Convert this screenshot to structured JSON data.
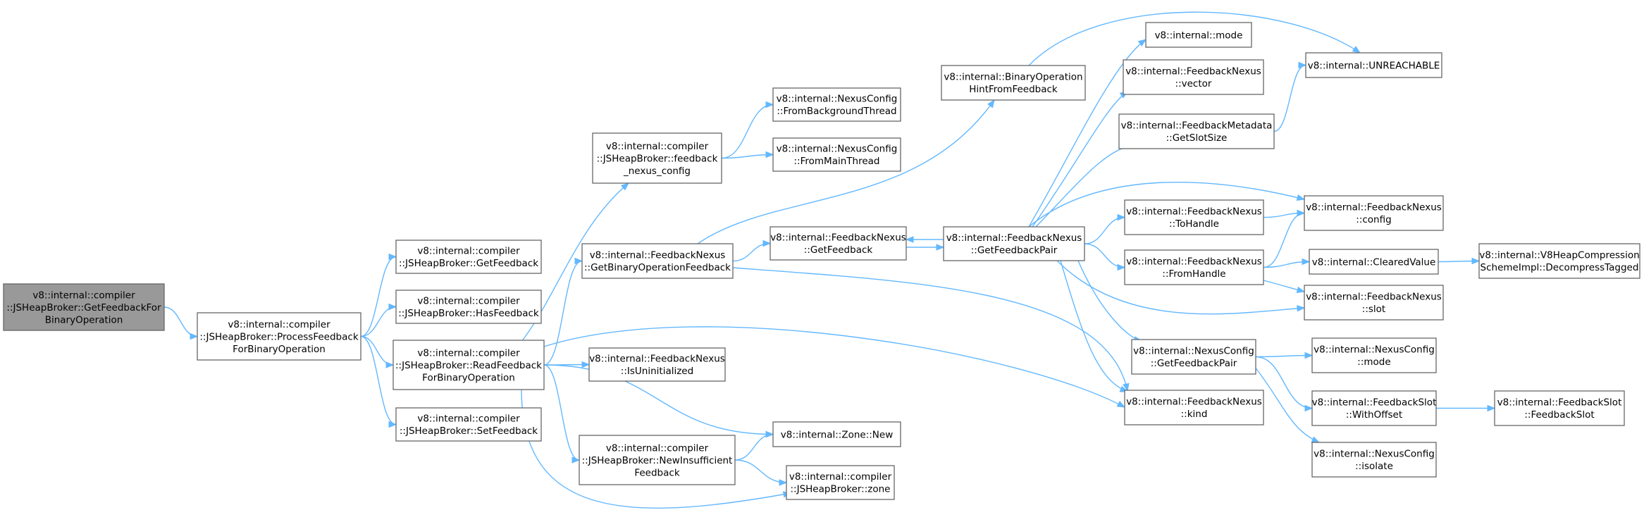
{
  "nodes": [
    {
      "id": "root",
      "lines": [
        "v8::internal::compiler",
        "::JSHeapBroker::GetFeedbackFor",
        "BinaryOperation"
      ],
      "highlighted": true
    },
    {
      "id": "process",
      "lines": [
        "v8::internal::compiler",
        "::JSHeapBroker::ProcessFeedback",
        "ForBinaryOperation"
      ]
    },
    {
      "id": "getfeedback",
      "lines": [
        "v8::internal::compiler",
        "::JSHeapBroker::GetFeedback"
      ]
    },
    {
      "id": "hasfeedback",
      "lines": [
        "v8::internal::compiler",
        "::JSHeapBroker::HasFeedback"
      ]
    },
    {
      "id": "readfeedback",
      "lines": [
        "v8::internal::compiler",
        "::JSHeapBroker::ReadFeedback",
        "ForBinaryOperation"
      ]
    },
    {
      "id": "setfeedback",
      "lines": [
        "v8::internal::compiler",
        "::JSHeapBroker::SetFeedback"
      ]
    },
    {
      "id": "nexusconfig",
      "lines": [
        "v8::internal::compiler",
        "::JSHeapBroker::feedback",
        "_nexus_config"
      ]
    },
    {
      "id": "getbinop",
      "lines": [
        "v8::internal::FeedbackNexus",
        "::GetBinaryOperationFeedback"
      ]
    },
    {
      "id": "isuninit",
      "lines": [
        "v8::internal::FeedbackNexus",
        "::IsUninitialized"
      ]
    },
    {
      "id": "newinsuff",
      "lines": [
        "v8::internal::compiler",
        "::JSHeapBroker::NewInsufficient",
        "Feedback"
      ]
    },
    {
      "id": "frombg",
      "lines": [
        "v8::internal::NexusConfig",
        "::FromBackgroundThread"
      ]
    },
    {
      "id": "frommain",
      "lines": [
        "v8::internal::NexusConfig",
        "::FromMainThread"
      ]
    },
    {
      "id": "fn_getfeedback",
      "lines": [
        "v8::internal::FeedbackNexus",
        "::GetFeedback"
      ]
    },
    {
      "id": "zonenew",
      "lines": [
        "v8::internal::Zone::New"
      ]
    },
    {
      "id": "zone",
      "lines": [
        "v8::internal::compiler",
        "::JSHeapBroker::zone"
      ]
    },
    {
      "id": "binophint",
      "lines": [
        "v8::internal::BinaryOperation",
        "HintFromFeedback"
      ]
    },
    {
      "id": "getpair",
      "lines": [
        "v8::internal::FeedbackNexus",
        "::GetFeedbackPair"
      ]
    },
    {
      "id": "mode",
      "lines": [
        "v8::internal::mode"
      ]
    },
    {
      "id": "vector",
      "lines": [
        "v8::internal::FeedbackNexus",
        "::vector"
      ]
    },
    {
      "id": "slotsize",
      "lines": [
        "v8::internal::FeedbackMetadata",
        "::GetSlotSize"
      ]
    },
    {
      "id": "tohandle",
      "lines": [
        "v8::internal::FeedbackNexus",
        "::ToHandle"
      ]
    },
    {
      "id": "fromhandle",
      "lines": [
        "v8::internal::FeedbackNexus",
        "::FromHandle"
      ]
    },
    {
      "id": "nc_getpair",
      "lines": [
        "v8::internal::NexusConfig",
        "::GetFeedbackPair"
      ]
    },
    {
      "id": "kind",
      "lines": [
        "v8::internal::FeedbackNexus",
        "::kind"
      ]
    },
    {
      "id": "unreachable",
      "lines": [
        "v8::internal::UNREACHABLE"
      ]
    },
    {
      "id": "fn_config",
      "lines": [
        "v8::internal::FeedbackNexus",
        "::config"
      ]
    },
    {
      "id": "cleared",
      "lines": [
        "v8::internal::ClearedValue"
      ]
    },
    {
      "id": "fn_slot",
      "lines": [
        "v8::internal::FeedbackNexus",
        "::slot"
      ]
    },
    {
      "id": "nc_mode",
      "lines": [
        "v8::internal::NexusConfig",
        "::mode"
      ]
    },
    {
      "id": "withoffset",
      "lines": [
        "v8::internal::FeedbackSlot",
        "::WithOffset"
      ]
    },
    {
      "id": "isolate",
      "lines": [
        "v8::internal::NexusConfig",
        "::isolate"
      ]
    },
    {
      "id": "decompress",
      "lines": [
        "v8::internal::V8HeapCompression",
        "SchemeImpl::DecompressTagged"
      ]
    },
    {
      "id": "feedbackslot",
      "lines": [
        "v8::internal::FeedbackSlot",
        "::FeedbackSlot"
      ]
    }
  ],
  "edges": [
    [
      "root",
      "process"
    ],
    [
      "process",
      "getfeedback"
    ],
    [
      "process",
      "hasfeedback"
    ],
    [
      "process",
      "readfeedback"
    ],
    [
      "process",
      "setfeedback"
    ],
    [
      "readfeedback",
      "nexusconfig"
    ],
    [
      "readfeedback",
      "getbinop"
    ],
    [
      "readfeedback",
      "isuninit"
    ],
    [
      "readfeedback",
      "newinsuff"
    ],
    [
      "readfeedback",
      "zonenew"
    ],
    [
      "readfeedback",
      "zone"
    ],
    [
      "readfeedback",
      "kind"
    ],
    [
      "nexusconfig",
      "frombg"
    ],
    [
      "nexusconfig",
      "frommain"
    ],
    [
      "getbinop",
      "fn_getfeedback"
    ],
    [
      "getbinop",
      "binophint"
    ],
    [
      "getbinop",
      "kind"
    ],
    [
      "newinsuff",
      "zonenew"
    ],
    [
      "newinsuff",
      "zone"
    ],
    [
      "fn_getfeedback",
      "getpair"
    ],
    [
      "getpair",
      "fn_getfeedback"
    ],
    [
      "binophint",
      "unreachable"
    ],
    [
      "getpair",
      "mode"
    ],
    [
      "getpair",
      "vector"
    ],
    [
      "getpair",
      "slotsize"
    ],
    [
      "getpair",
      "fn_config"
    ],
    [
      "getpair",
      "tohandle"
    ],
    [
      "getpair",
      "fromhandle"
    ],
    [
      "getpair",
      "fn_slot"
    ],
    [
      "getpair",
      "nc_getpair"
    ],
    [
      "getpair",
      "kind"
    ],
    [
      "slotsize",
      "unreachable"
    ],
    [
      "tohandle",
      "fn_config"
    ],
    [
      "fromhandle",
      "fn_config"
    ],
    [
      "fromhandle",
      "cleared"
    ],
    [
      "fromhandle",
      "fn_slot"
    ],
    [
      "cleared",
      "decompress"
    ],
    [
      "nc_getpair",
      "nc_mode"
    ],
    [
      "nc_getpair",
      "withoffset"
    ],
    [
      "nc_getpair",
      "isolate"
    ],
    [
      "withoffset",
      "feedbackslot"
    ]
  ]
}
